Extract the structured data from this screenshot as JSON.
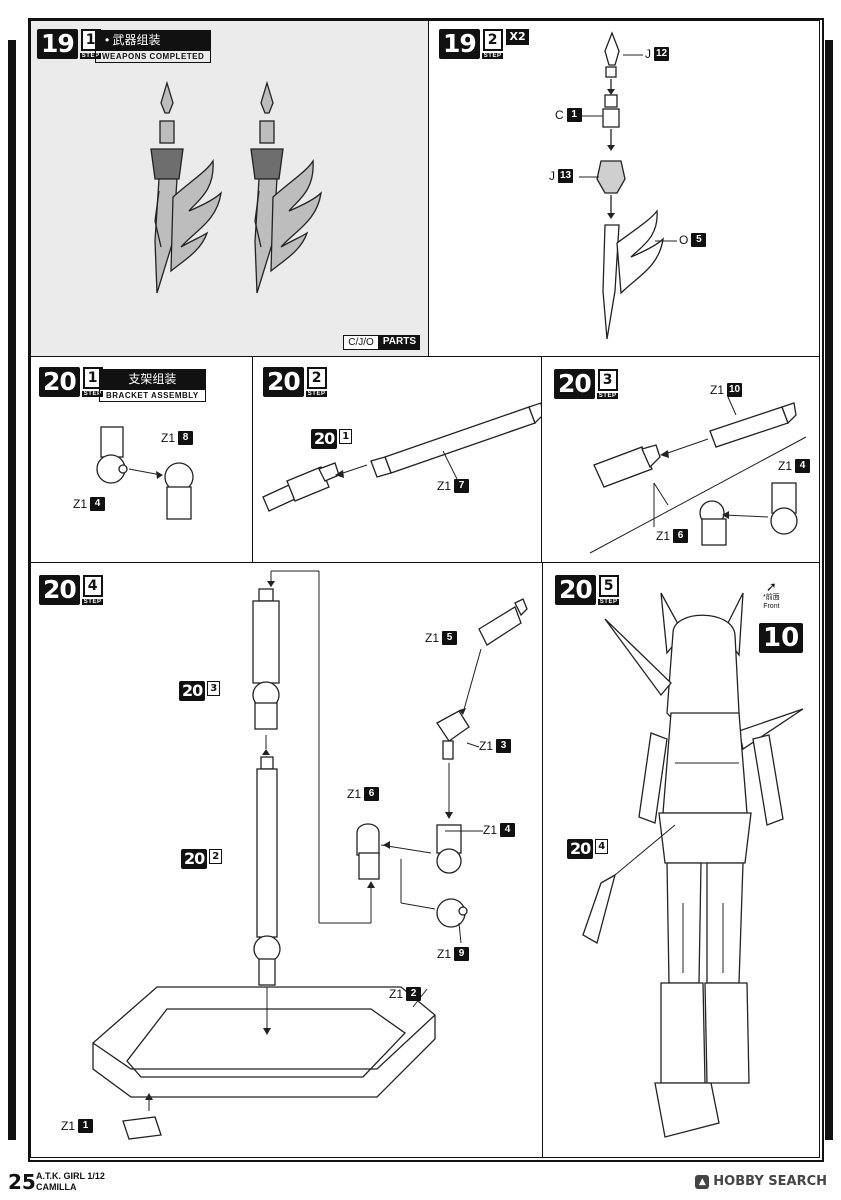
{
  "footer": {
    "page_number": "25",
    "product_line": "A.T.K. GIRL 1/12",
    "product_name": "CAMILLA"
  },
  "watermark": {
    "icon": "hobby-search-logo-icon",
    "text": "HOBBY SEARCH"
  },
  "steps": {
    "s19_1": {
      "num": "19",
      "sub": "1",
      "word": "STEP",
      "title_cn": "武器组装",
      "title_en": "WEAPONS COMPLETED",
      "parts_letters": "C/J/O",
      "parts_word": "PARTS"
    },
    "s19_2": {
      "num": "19",
      "sub": "2",
      "word": "STEP",
      "multiplier": "X2",
      "parts": [
        {
          "letter": "J",
          "num": "12"
        },
        {
          "letter": "C",
          "num": "1"
        },
        {
          "letter": "J",
          "num": "13"
        },
        {
          "letter": "O",
          "num": "5"
        }
      ]
    },
    "s20_1": {
      "num": "20",
      "sub": "1",
      "word": "STEP",
      "title_cn": "支架组装",
      "title_en": "BRACKET ASSEMBLY",
      "parts": [
        {
          "letter": "Z1",
          "num": "8"
        },
        {
          "letter": "Z1",
          "num": "4"
        }
      ]
    },
    "s20_2": {
      "num": "20",
      "sub": "2",
      "word": "STEP",
      "ref_num": "20",
      "ref_sub": "1",
      "parts": [
        {
          "letter": "Z1",
          "num": "7"
        }
      ]
    },
    "s20_3": {
      "num": "20",
      "sub": "3",
      "word": "STEP",
      "parts": [
        {
          "letter": "Z1",
          "num": "10"
        },
        {
          "letter": "Z1",
          "num": "4"
        },
        {
          "letter": "Z1",
          "num": "6"
        }
      ]
    },
    "s20_4": {
      "num": "20",
      "sub": "4",
      "word": "STEP",
      "refs": [
        {
          "num": "20",
          "sub": "3"
        },
        {
          "num": "20",
          "sub": "2"
        }
      ],
      "parts": [
        {
          "letter": "Z1",
          "num": "5"
        },
        {
          "letter": "Z1",
          "num": "3"
        },
        {
          "letter": "Z1",
          "num": "6"
        },
        {
          "letter": "Z1",
          "num": "4"
        },
        {
          "letter": "Z1",
          "num": "9"
        },
        {
          "letter": "Z1",
          "num": "2"
        },
        {
          "letter": "Z1",
          "num": "1"
        }
      ]
    },
    "s20_5": {
      "num": "20",
      "sub": "5",
      "word": "STEP",
      "ref_num": "20",
      "ref_sub": "4",
      "big_ref": "10",
      "front_cn": "*前面",
      "front_en": "Front"
    }
  }
}
